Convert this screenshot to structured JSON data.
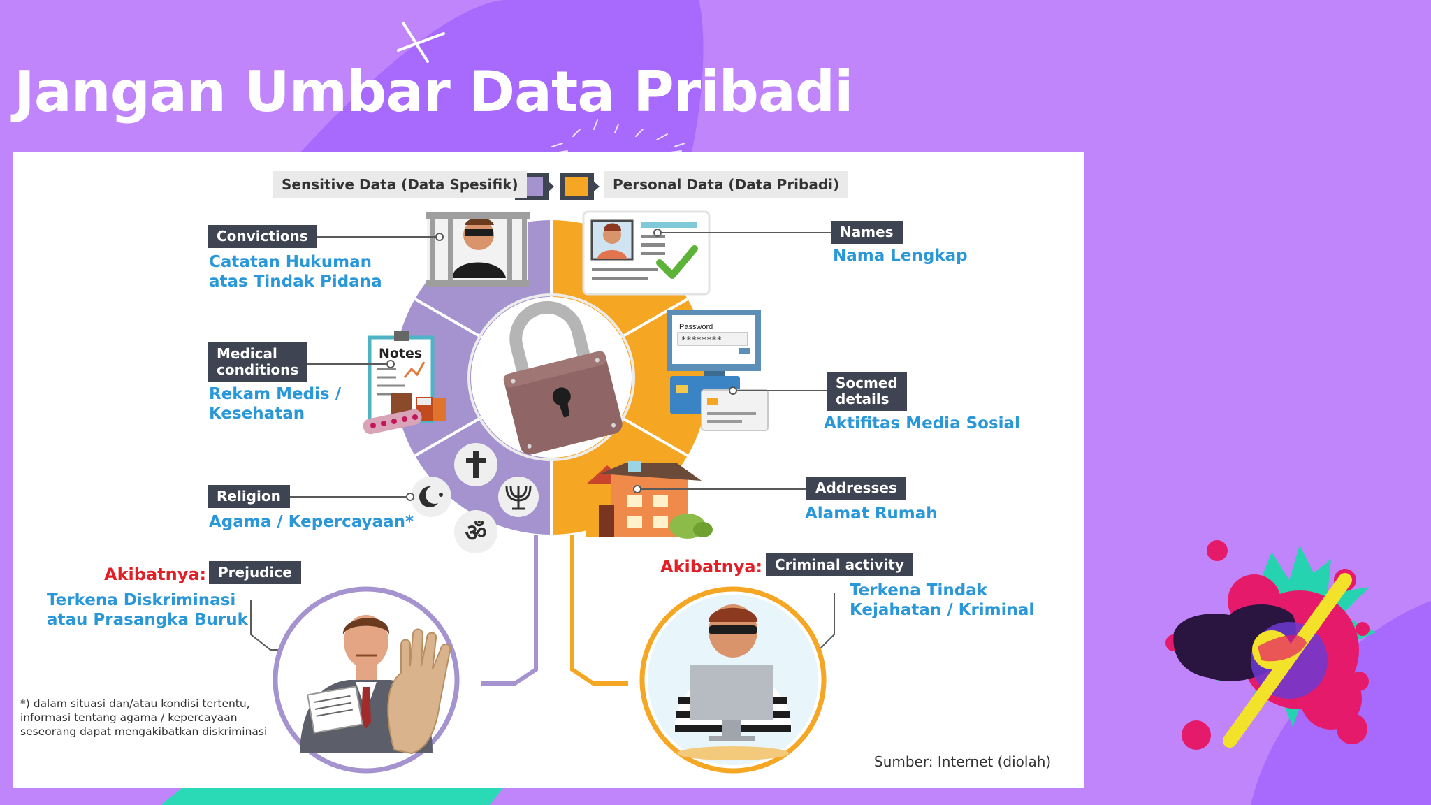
{
  "slide": {
    "title": "Jangan Umbar Data Pribadi"
  },
  "legend": {
    "sensitive_label": "Sensitive Data (Data Spesifik)",
    "personal_label": "Personal Data (Data Pribadi)"
  },
  "sensitive_items": [
    {
      "tag": "Convictions",
      "description": "Catatan Hukuman\natas Tindak Pidana"
    },
    {
      "tag": "Medical\nconditions",
      "description": "Rekam Medis /\nKesehatan"
    },
    {
      "tag": "Religion",
      "description": "Agama / Kepercayaan*"
    }
  ],
  "personal_items": [
    {
      "tag": "Names",
      "description": "Nama Lengkap"
    },
    {
      "tag": "Socmed\ndetails",
      "description": "Aktifitas Media Sosial"
    },
    {
      "tag": "Addresses",
      "description": "Alamat Rumah"
    }
  ],
  "consequences": {
    "prefix": "Akibatnya:",
    "sensitive": {
      "tag": "Prejudice",
      "description": "Terkena Diskriminasi\natau Prasangka Buruk"
    },
    "personal": {
      "tag": "Criminal activity",
      "description": "Terkena Tindak\nKejahatan / Kriminal"
    }
  },
  "illustration_labels": {
    "notes": "Notes",
    "password": "Password",
    "password_mask": "********"
  },
  "footnote": "*) dalam situasi dan/atau kondisi tertentu,\ninformasi tentang agama / kepercayaan\nseseorang dapat mengakibatkan diskriminasi",
  "source": "Sumber: Internet (diolah)",
  "colors": {
    "background": "#c185fb",
    "sensitive": "#a593d0",
    "personal": "#f5a623",
    "tag_bg": "#3f4452",
    "description_text": "#2a97d8",
    "consequence_text": "#e01f26"
  }
}
